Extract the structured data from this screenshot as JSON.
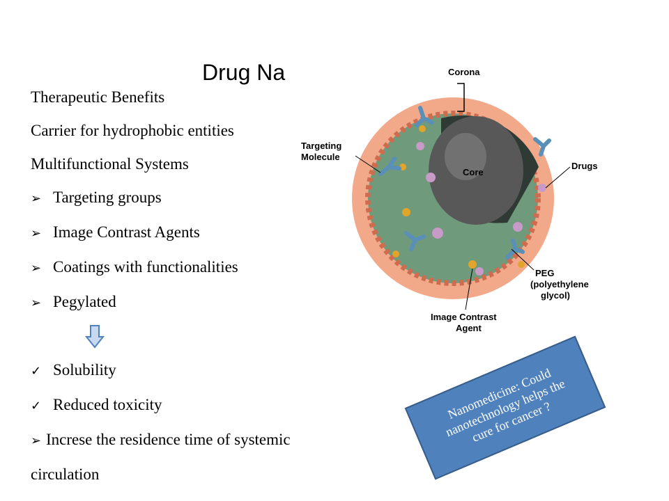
{
  "slide": {
    "title": "Drug Na",
    "bullets": [
      "Therapeutic Benefits",
      "Carrier for hydrophobic entities",
      "Multifunctional Systems"
    ],
    "sub_bullets": [
      "Targeting groups",
      "Image Contrast Agents",
      "Coatings with functionalities",
      "Pegylated"
    ],
    "outcomes": [
      "Solubility",
      "Reduced toxicity"
    ],
    "residence": {
      "line1": "Increse the residence time of systemic",
      "line2": "circulation"
    },
    "callout": "Nanomedicine: Could nanotechnology helps the cure for cancer ?"
  },
  "figure": {
    "labels": {
      "corona": "Corona",
      "targeting_1": "Targeting",
      "targeting_2": "Molecule",
      "core": "Core",
      "drugs": "Drugs",
      "peg_1": "PEG",
      "peg_2": "(polyethylene",
      "peg_3": "glycol)",
      "contrast_1": "Image Contrast",
      "contrast_2": "Agent"
    },
    "colors": {
      "corona": "#e9765a",
      "shell": "#6f9a7c",
      "core": "#4a4a4a",
      "ligand": "#5a8fb8",
      "drug": "#c89ac8",
      "contrast": "#e0a52a"
    }
  }
}
